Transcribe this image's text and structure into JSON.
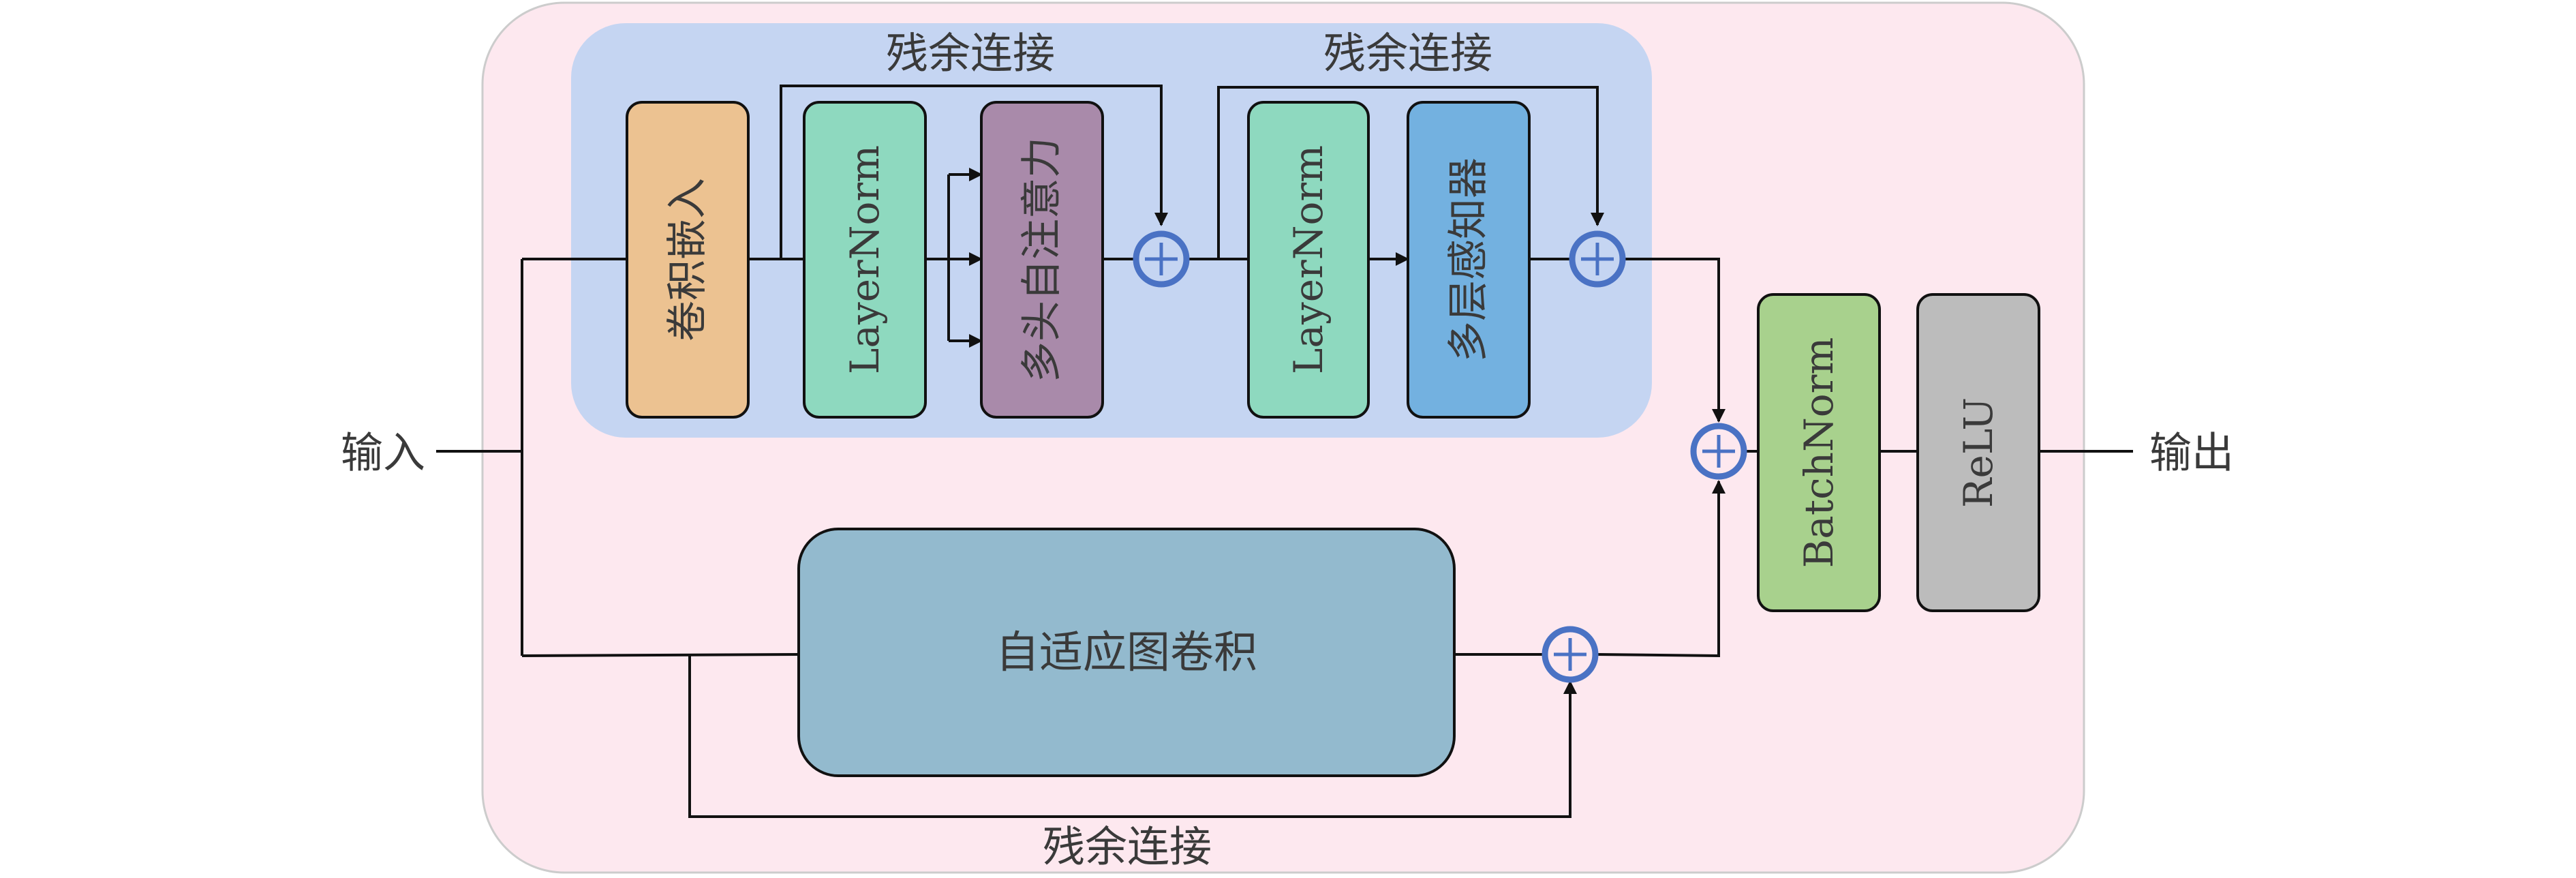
{
  "labels": {
    "input": "输入",
    "output": "输出",
    "residual_top_1": "残余连接",
    "residual_top_2": "残余连接",
    "residual_bottom": "残余连接"
  },
  "blocks": {
    "conv_embed": "卷积嵌入",
    "layernorm_1": "LayerNorm",
    "mhsa": "多头自注意力",
    "layernorm_2": "LayerNorm",
    "mlp": "多层感知器",
    "adaptive_gcn": "自适应图卷积",
    "batchnorm": "BatchNorm",
    "relu": "ReLU"
  },
  "colors": {
    "outer_panel": "#fde8ef",
    "transformer_panel": "#c5d5f2",
    "conv_embed": "#ecc291",
    "layernorm": "#8ed9bf",
    "mhsa": "#a98aaa",
    "mlp": "#73b1e0",
    "adaptive_gcn": "#93bace",
    "batchnorm": "#a8d18d",
    "relu": "#bcbcbc",
    "adder_stroke": "#4a72c4"
  },
  "icons": {
    "adder": "circle-plus-icon"
  }
}
